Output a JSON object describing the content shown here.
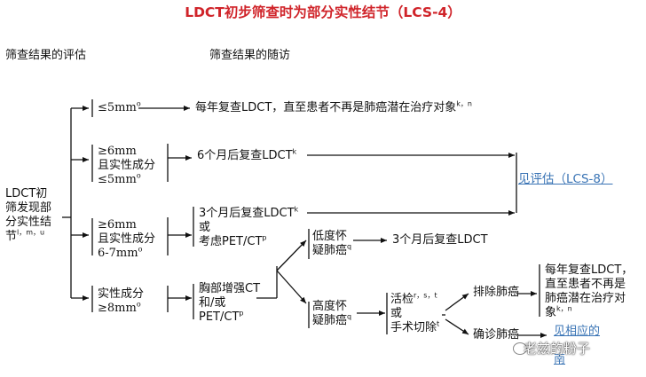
{
  "title": "LDCT初步筛查时为部分实性结节（LCS-4）",
  "col1_heading": "筛查结果的评估",
  "col2_heading": "筛查结果的随访",
  "root": {
    "line1": "LDCT初",
    "line2": "筛发现部",
    "line3": "分实性结",
    "line4": "节",
    "sup": "l，m，u"
  },
  "branch1": {
    "label": "≤5mm",
    "sup": "o",
    "action": "每年复查LDCT，直至患者不再是肺癌潜在治疗对象",
    "action_sup": "k，n"
  },
  "branch2": {
    "line1": "≥6mm",
    "line2": "且实性成分",
    "line3": "≤5mm",
    "sup": "o",
    "action": "6个月后复查LDCT",
    "action_sup": "k"
  },
  "branch3": {
    "line1": "≥6mm",
    "line2": "且实性成分",
    "line3": "6-7mm",
    "sup": "o",
    "a_line1": "3个月后复查LDCT",
    "a_sup1": "k",
    "a_line2": "或",
    "a_line3": "考虑PET/CT",
    "a_sup3": "p"
  },
  "branch4": {
    "line1": "实性成分",
    "line2": "≥8mm",
    "sup": "o",
    "a_line1": "胸部增强CT",
    "a_line2": "和/或",
    "a_line3": "PET/CT",
    "a_sup3": "p"
  },
  "low": {
    "line1": "低度怀",
    "line2": "疑肺癌",
    "sup": "q",
    "action": "3个月后复查LDCT"
  },
  "high": {
    "line1": "高度怀",
    "line2": "疑肺癌",
    "sup": "q",
    "b_line1": "活检",
    "b_sup1": "r，s，t",
    "b_line2": "或",
    "b_line3": "手术切除",
    "b_sup3": "t"
  },
  "exclude": {
    "label": "排除肺癌",
    "r_line1": "每年复查LDCT，",
    "r_line2": "直至患者不再是",
    "r_line3": "肺癌潜在治疗对",
    "r_line4": "象",
    "r_sup": "k，n"
  },
  "confirm": {
    "label": "确诊肺癌",
    "link_line1": "见相应的",
    "link_line2": "南"
  },
  "see_eval": "见评估（LCS-8）",
  "watermark": "老兹的粉子"
}
